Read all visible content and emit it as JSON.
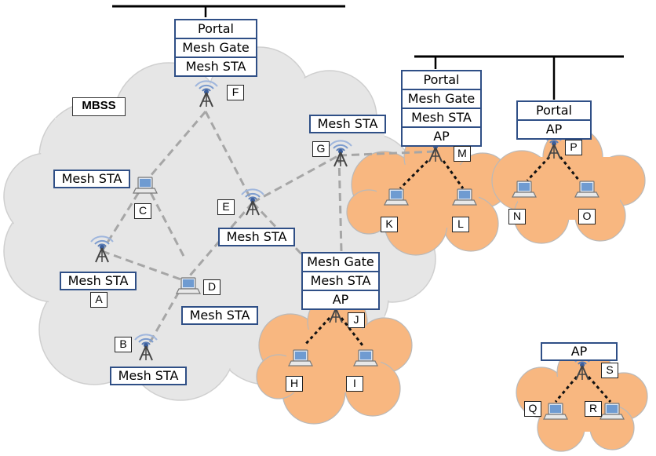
{
  "mbss_label": "MBSS",
  "stations": {
    "A": {
      "tag": "A",
      "role": "Mesh STA",
      "icon": "antenna-icon"
    },
    "B": {
      "tag": "B",
      "role": "Mesh STA",
      "icon": "antenna-icon"
    },
    "C": {
      "tag": "C",
      "role": "Mesh STA",
      "icon": "laptop-icon"
    },
    "D": {
      "tag": "D",
      "role": "Mesh STA",
      "icon": "laptop-icon"
    },
    "E": {
      "tag": "E",
      "role": "Mesh STA",
      "icon": "antenna-icon"
    },
    "F": {
      "tag": "F",
      "roles": [
        "Portal",
        "Mesh Gate",
        "Mesh STA"
      ],
      "icon": "antenna-icon"
    },
    "G": {
      "tag": "G",
      "role": "Mesh STA",
      "icon": "antenna-icon"
    },
    "J": {
      "tag": "J",
      "roles": [
        "Mesh Gate",
        "Mesh STA",
        "AP"
      ],
      "icon": "antenna-icon"
    },
    "M": {
      "tag": "M",
      "roles": [
        "Portal",
        "Mesh Gate",
        "Mesh STA",
        "AP"
      ],
      "icon": "antenna-icon"
    },
    "P": {
      "tag": "P",
      "roles": [
        "Portal",
        "AP"
      ],
      "icon": "antenna-icon"
    },
    "S": {
      "tag": "S",
      "role": "AP",
      "icon": "antenna-icon"
    }
  },
  "clients": {
    "H": "H",
    "I": "I",
    "K": "K",
    "L": "L",
    "N": "N",
    "O": "O",
    "Q": "Q",
    "R": "R"
  },
  "colors": {
    "mesh_cloud": "#e6e6e6",
    "bss_cloud": "#f8b780",
    "label_border": "#2f4f86",
    "mesh_link": "#a6a6a6",
    "bss_link": "#111111",
    "antenna": "#5b7db5"
  }
}
